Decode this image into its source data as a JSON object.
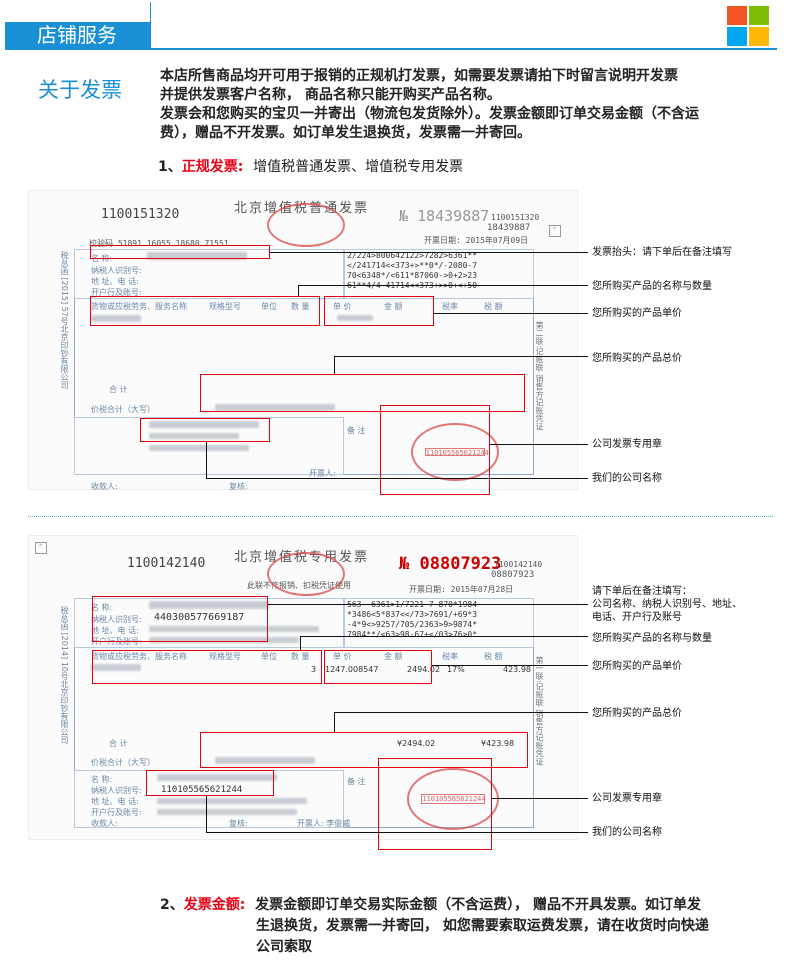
{
  "header": {
    "title": "店铺服务"
  },
  "about": {
    "title": "关于发票",
    "paragraphs": [
      "本店所售商品均开可用于报销的正规机打发票，如需要发票请拍下时留言说明开发票",
      "并提供发票客户名称， 商品名称只能开购买产品名称。",
      "发票会和您购买的宝贝一并寄出（物流包发货除外）。发票金额即订单交易金额（不含运",
      "费），赠品不开发票。如订单发生退换货，发票需一并寄回。"
    ]
  },
  "item1": {
    "prefix": "1、",
    "label": "正规发票:",
    "text": "增值税普通发票、增值税专用发票"
  },
  "invoice1": {
    "code": "1100151320",
    "title": "北京增值税普通发票",
    "no_symbol": "№",
    "number": "18439887",
    "small_code": "1100151320",
    "small_number": "18439887",
    "date_label": "开票日期:",
    "date": "2015年07月09日",
    "check_code": "校验码 51891 16055 18680 71551",
    "cipher": "2/224>800642122>7282>6361**\n</241714<<373+>**0*/-2080-7\n70<6348*/<611*87060->0+2>23\n61**4/4-41714<<373+>>0+<+50",
    "labels": {
      "name": "名 称:",
      "tax_id": "纳税人识别号:",
      "address": "地 址、电 话:",
      "bank": "开户行及账号:",
      "goods": "货物或应税劳务、服务名称",
      "spec": "规格型号",
      "unit": "单位",
      "qty": "数 量",
      "price": "单 价",
      "amount": "金 额",
      "rate": "税率",
      "tax": "税 额",
      "total": "合 计",
      "total_upper": "价税合计（大写）",
      "remark": "备 注",
      "payee": "收款人:",
      "reviewer": "复核:",
      "drawer": "开票人:"
    },
    "stamp_number": "110105565621244"
  },
  "invoice2": {
    "code": "1100142140",
    "title": "北京增值税专用发票",
    "subtitle": "此联不作报销、扣税凭证使用",
    "no_symbol": "№",
    "number": "08807923",
    "small_code": "1100142140",
    "small_number": "08807923",
    "date_label": "开票日期:",
    "date": "2015年07月28日",
    "tax_id": "440300577669187",
    "cipher": "563--6361>1/7221-7-870*1984\n*3486<5*837<</73>7691/+69*3\n-4*9<>9257/705/2363>9>9874*\n7984**/<63>98-67+</03>76>0*",
    "labels": {
      "name": "名 称:",
      "tax_id": "纳税人识别号:",
      "address": "地 址、电 话:",
      "bank": "开户行及账号:",
      "goods": "货物或应税劳务、服务名称",
      "spec": "规格型号",
      "unit": "单位",
      "qty": "数 量",
      "price": "单 价",
      "amount": "金 额",
      "rate": "税率",
      "tax": "税 额",
      "total": "合 计",
      "total_upper": "价税合计（大写）",
      "remark": "备 注",
      "payee": "收款人:",
      "reviewer": "复核:",
      "drawer": "开票人:"
    },
    "row": {
      "qty": "3",
      "price": "1247.008547",
      "amount": "2494.02",
      "rate": "17%",
      "tax": "423.98"
    },
    "total_amount": "¥2494.02",
    "total_tax": "¥423.98",
    "seller_tax_id": "110105565621244",
    "drawer_name": "李俊威",
    "stamp_number": "110105565621244"
  },
  "annotations1": [
    "发票抬头：请下单后在备注填写",
    "您所购买产品的名称与数量",
    "您所购买的产品单价",
    "您所购买的产品总价",
    "公司发票专用章",
    "我们的公司名称"
  ],
  "annotations2": {
    "head": [
      "请下单后在备注填写：",
      "公司名称、纳税人识别号、地址、",
      "电话、开户行及账号"
    ],
    "items": [
      "您所购买产品的名称与数量",
      "您所购买的产品单价",
      "您所购买的产品总价",
      "公司发票专用章",
      "我们的公司名称"
    ]
  },
  "item2": {
    "prefix": "2、",
    "label": "发票金额:",
    "lines": [
      "发票金额即订单交易实际金额（不含运费）， 赠品不开具发票。如订单发",
      "生退换货，发票需一并寄回， 如您需要索取运费发票，请在收货时向快递",
      "公司索取"
    ]
  },
  "colors": {
    "brand_blue": "#1a8fd6",
    "highlight_red": "#e60012"
  }
}
